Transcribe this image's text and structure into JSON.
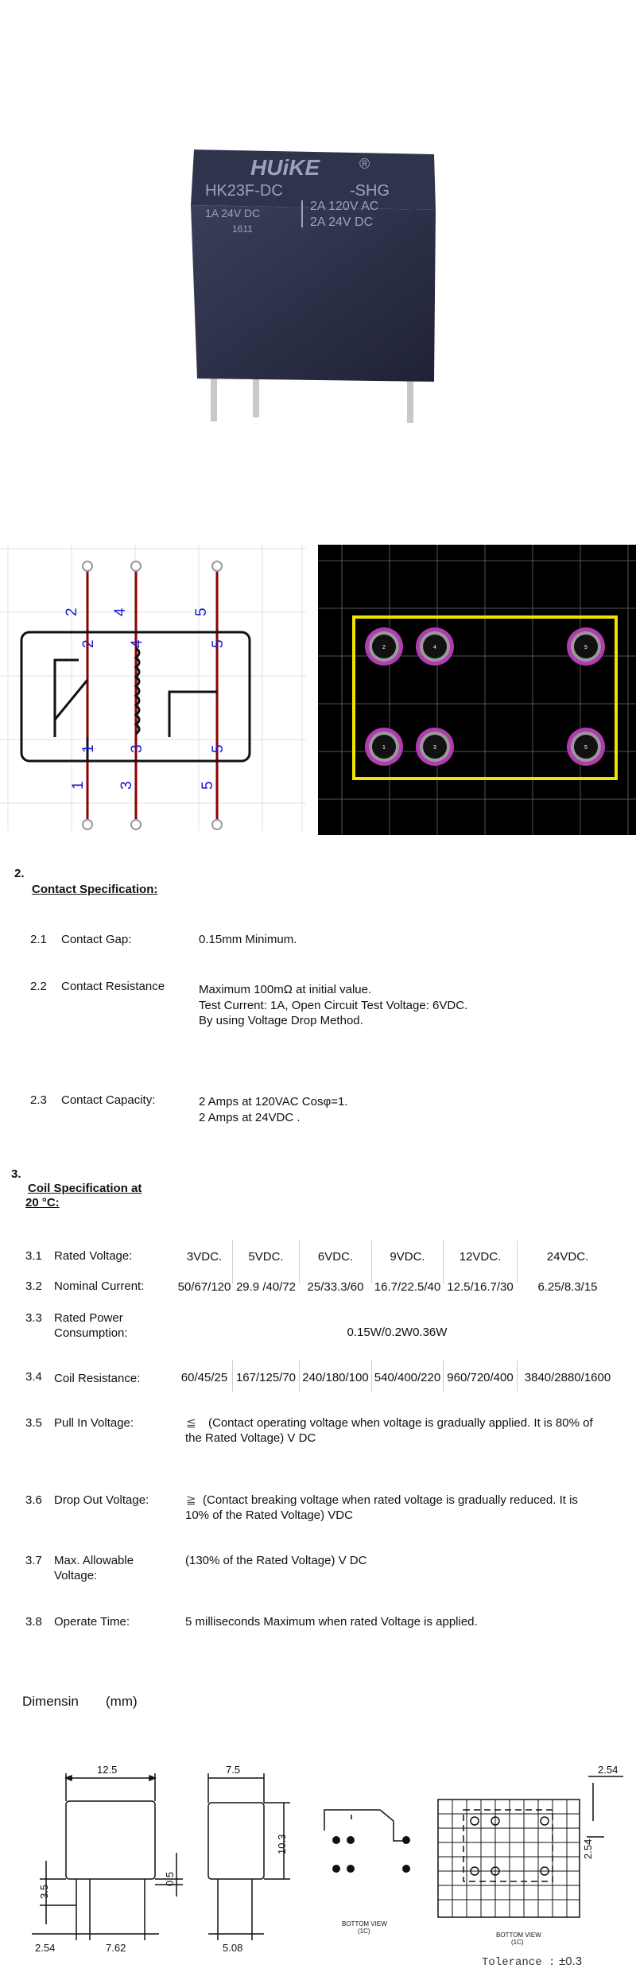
{
  "product": {
    "brand": "HUiKE",
    "registered": "®",
    "model_line": "HK23F-DC",
    "model_suffix": "-SHG",
    "rating_left": "1A 24V DC",
    "rating_right_top": "2A 120V AC",
    "rating_right_bottom": "2A 24V DC",
    "date_code": "1611"
  },
  "schematic": {
    "pins_top": [
      "2",
      "4",
      "5"
    ],
    "pins_inner_top": [
      "2",
      "4",
      "5"
    ],
    "pins_inner_bottom": [
      "1",
      "3",
      "5"
    ],
    "pins_bottom": [
      "1",
      "3",
      "5"
    ]
  },
  "pcb": {
    "pads_top": [
      "2",
      "4",
      "5"
    ],
    "pads_bottom": [
      "1",
      "3",
      "5"
    ]
  },
  "contact": {
    "section_num": "2.",
    "section_title": "Contact Specification:",
    "rows": [
      {
        "num": "2.1",
        "label": "Contact Gap:",
        "lines": [
          "0.15mm Minimum."
        ]
      },
      {
        "num": "2.2",
        "label": "Contact Resistance",
        "lines": [
          "Maximum 100mΩ at initial value.",
          "Test Current: 1A, Open Circuit Test Voltage: 6VDC.",
          "By using Voltage Drop Method."
        ]
      },
      {
        "num": "2.3",
        "label": "Contact Capacity:",
        "lines": [
          "2 Amps at 120VAC Cosφ=1.",
          "2 Amps at 24VDC ."
        ]
      }
    ]
  },
  "coil": {
    "section_num": "3.",
    "section_title_line1": "Coil Specification at",
    "section_title_line2": "20 °C:",
    "rated_voltage": {
      "num": "3.1",
      "label": "Rated Voltage:",
      "values": [
        "3VDC.",
        "5VDC.",
        "6VDC.",
        "9VDC.",
        "12VDC.",
        "24VDC."
      ]
    },
    "nominal_current": {
      "num": "3.2",
      "label": "Nominal Current:",
      "values": [
        "50/67/120",
        "29.9 /40/72",
        "25/33.3/60",
        "16.7/22.5/40",
        "12.5/16.7/30",
        "6.25/8.3/15"
      ]
    },
    "rated_power": {
      "num": "3.3",
      "label_line1": "Rated Power",
      "label_line2": "Consumption:",
      "value": "0.15W/0.2W0.36W"
    },
    "coil_resistance": {
      "num": "3.4",
      "label": "Coil Resistance:",
      "values": [
        "60/45/25",
        "167/125/70",
        "240/180/100",
        "540/400/220",
        "960/720/400",
        "3840/2880/1600"
      ]
    },
    "pull_in": {
      "num": "3.5",
      "label": "Pull In Voltage:",
      "symbol": "≦",
      "line1": "(Contact operating voltage when voltage is gradually applied.    It is 80% of",
      "line2": "the Rated Voltage) V DC"
    },
    "drop_out": {
      "num": "3.6",
      "label": "Drop Out Voltage:",
      "symbol": "≧",
      "line1": "(Contact breaking voltage when rated voltage is gradually reduced.    It is",
      "line2": "10% of the Rated Voltage) VDC"
    },
    "max_allow": {
      "num": "3.7",
      "label_line1": "Max. Allowable",
      "label_line2": "Voltage:",
      "value": "(130% of the Rated Voltage) V DC"
    },
    "operate_time": {
      "num": "3.8",
      "label": "Operate Time:",
      "value": "5 milliseconds Maximum when rated Voltage is applied."
    }
  },
  "dimension": {
    "title": "Dimensin",
    "unit": "(mm)",
    "front": {
      "width": "12.5",
      "pin_h": "3.5",
      "pin_edge": "2.54",
      "pin_pitch": "7.62",
      "thick": "0.5"
    },
    "side": {
      "width": "7.5",
      "height": "10.3",
      "pin_pitch": "5.08"
    },
    "bottom_view_label": "BOTTOM VIEW",
    "bottom_view_sub": "(1C)",
    "grid_view_label": "BOTTOM VIEW",
    "grid_view_sub": "(1C)",
    "grid_top": "2.54",
    "grid_side": "2.54",
    "tolerance_label": "Tolerance :",
    "tolerance_value": "±0.3"
  }
}
